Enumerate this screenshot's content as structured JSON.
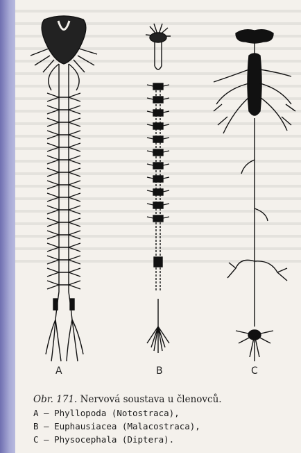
{
  "figure": {
    "labels": {
      "a": "A",
      "b": "B",
      "c": "C"
    }
  },
  "caption": {
    "prefix": "Obr. 171.",
    "title": "Nervová soustava u členovců.",
    "lines": [
      "A — Phyllopoda (Notostraca),",
      "B — Euphausiacea (Malacostraca),",
      "C — Physocephala (Diptera)."
    ]
  }
}
